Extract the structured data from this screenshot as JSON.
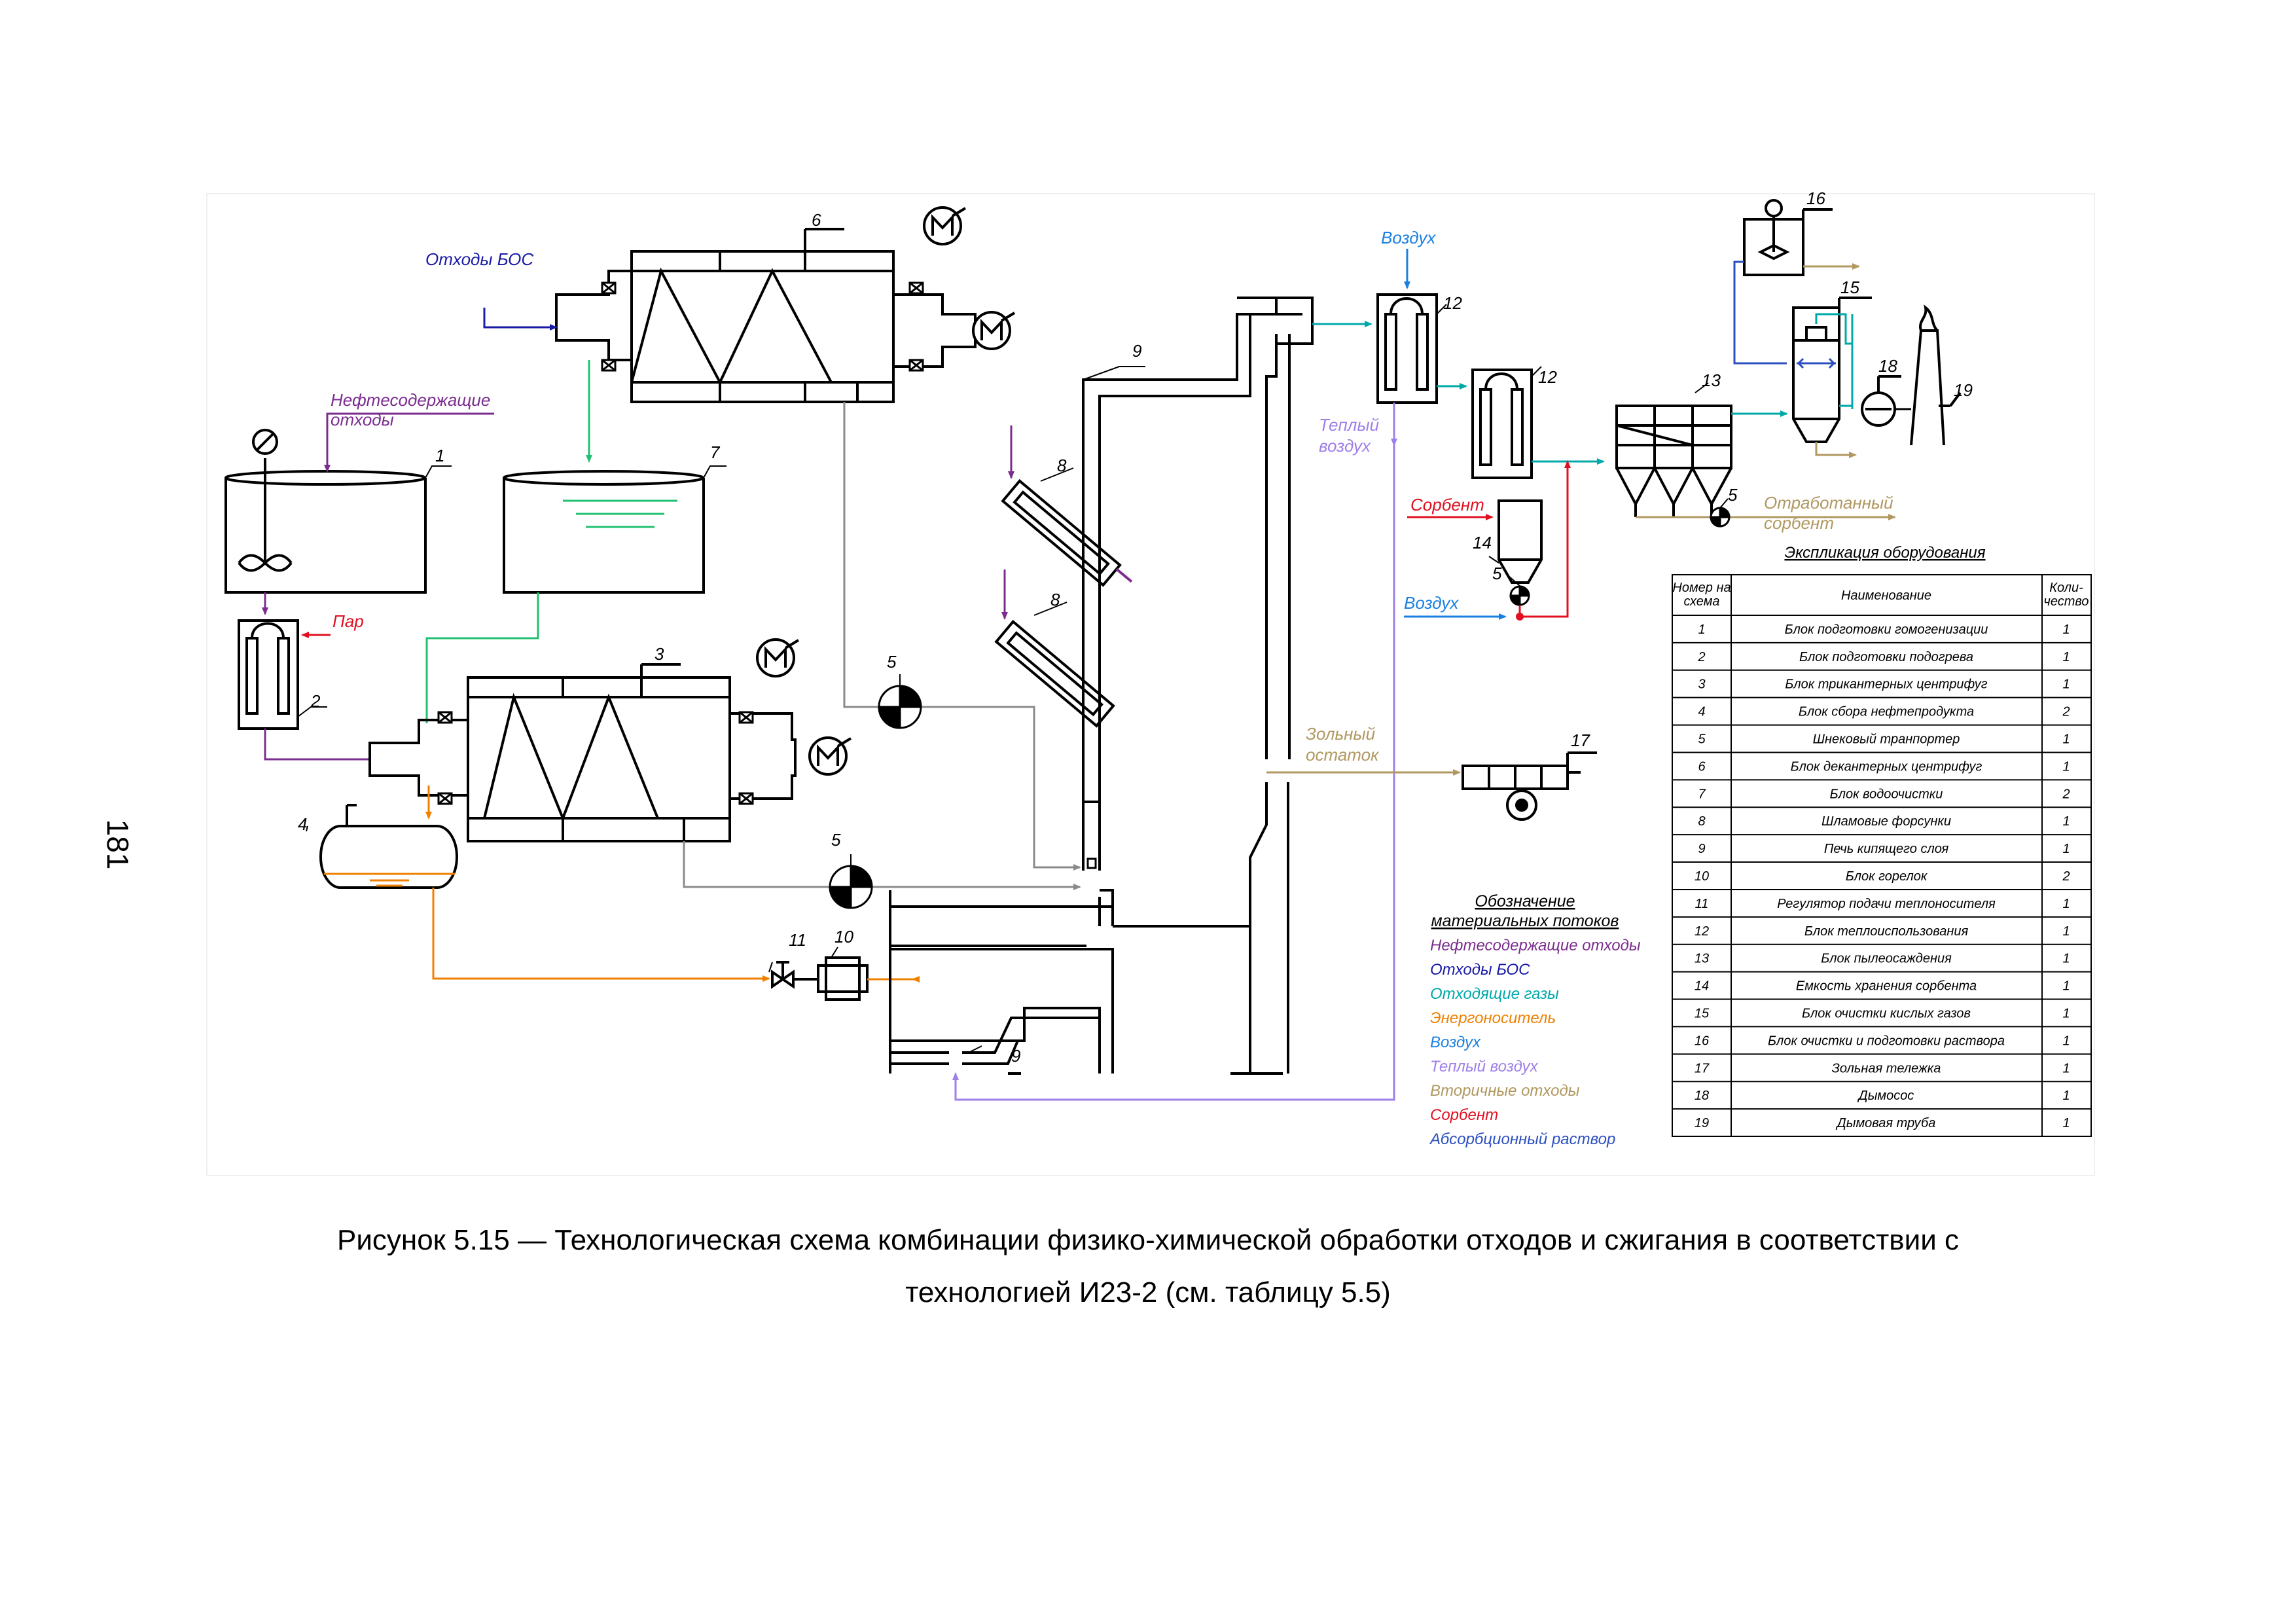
{
  "page_number": "181",
  "caption": {
    "line1": "Рисунок 5.15 — Технологическая схема комбинации физико-химической обработки отходов и сжигания в соответствии с",
    "line2": "технологией И23-2 (см. таблицу 5.5)"
  },
  "colors": {
    "oil_waste": "#7b2d8e",
    "bos_waste": "#1a1aa6",
    "flue_gas": "#00a8a8",
    "energy_carrier": "#f08000",
    "air": "#1a7fe0",
    "warm_air": "#9f7fe8",
    "secondary_waste": "#b09860",
    "sorbent": "#e01020",
    "absorption_solution": "#2c4fbf",
    "water": "#20c070",
    "grey_line": "#8a8a8a"
  },
  "flow_labels": {
    "bos_waste": "Отходы БОС",
    "oil_waste_1": "Нефтесодержащие",
    "oil_waste_2": "отходы",
    "steam": "Пар",
    "air_top": "Воздух",
    "warm_air_1": "Теплый",
    "warm_air_2": "воздух",
    "sorbent": "Сорбент",
    "air_bottom": "Воздух",
    "ash_1": "Зольный",
    "ash_2": "остаток",
    "spent_sorbent_1": "Отработанный",
    "spent_sorbent_2": "сорбент"
  },
  "equipment_numbers": [
    "1",
    "2",
    "3",
    "4",
    "5",
    "6",
    "7",
    "8",
    "9",
    "10",
    "11",
    "12",
    "13",
    "14",
    "15",
    "16",
    "17",
    "18",
    "19"
  ],
  "legend": {
    "title_1": "Обозначение",
    "title_2": "материальных потоков",
    "items": [
      {
        "label": "Нефтесодержащие отходы",
        "color": "#7b2d8e"
      },
      {
        "label": "Отходы БОС",
        "color": "#1a1aa6"
      },
      {
        "label": "Отходящие газы",
        "color": "#00a8a8"
      },
      {
        "label": "Энергоноситель",
        "color": "#f08000"
      },
      {
        "label": "Воздух",
        "color": "#1a7fe0"
      },
      {
        "label": "Теплый воздух",
        "color": "#9f7fe8"
      },
      {
        "label": "Вторичные отходы",
        "color": "#b09860"
      },
      {
        "label": "Сорбент",
        "color": "#e01020"
      },
      {
        "label": "Абсорбционный раствор",
        "color": "#2c4fbf"
      }
    ]
  },
  "explication": {
    "title": "Экспликация оборудования",
    "headers": [
      "Номер на схема",
      "Наименование",
      "Коли-чество"
    ],
    "header_lines": {
      "num_1": "Номер на",
      "num_2": "схема",
      "name": "Наименование",
      "qty_1": "Коли-",
      "qty_2": "чество"
    },
    "rows": [
      [
        "1",
        "Блок подготовки гомогенизации",
        "1"
      ],
      [
        "2",
        "Блок подготовки подогрева",
        "1"
      ],
      [
        "3",
        "Блок трикантерных центрифуг",
        "1"
      ],
      [
        "4",
        "Блок сбора нефтепродукта",
        "2"
      ],
      [
        "5",
        "Шнековый транпортер",
        "1"
      ],
      [
        "6",
        "Блок декантерных центрифуг",
        "1"
      ],
      [
        "7",
        "Блок водоочистки",
        "2"
      ],
      [
        "8",
        "Шламовые форсунки",
        "1"
      ],
      [
        "9",
        "Печь кипящего слоя",
        "1"
      ],
      [
        "10",
        "Блок горелок",
        "2"
      ],
      [
        "11",
        "Регулятор подачи теплоносителя",
        "1"
      ],
      [
        "12",
        "Блок теплоиспользования",
        "1"
      ],
      [
        "13",
        "Блок пылеосаждения",
        "1"
      ],
      [
        "14",
        "Емкость хранения сорбента",
        "1"
      ],
      [
        "15",
        "Блок очистки кислых газов",
        "1"
      ],
      [
        "16",
        "Блок очистки и подготовки раствора",
        "1"
      ],
      [
        "17",
        "Зольная тележка",
        "1"
      ],
      [
        "18",
        "Дымосос",
        "1"
      ],
      [
        "19",
        "Дымовая труба",
        "1"
      ]
    ]
  }
}
